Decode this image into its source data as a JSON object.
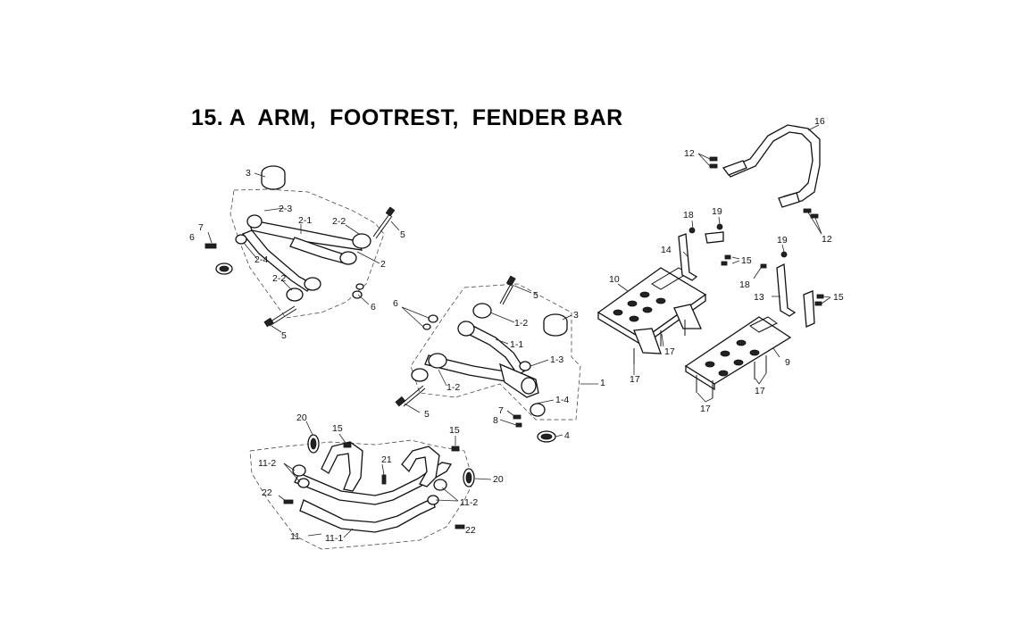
{
  "title": "15. A  ARM,  FOOTREST,  FENDER BAR",
  "labels": {
    "l1": "1",
    "l1_1": "1-1",
    "l1_2a": "1-2",
    "l1_2b": "1-2",
    "l1_3": "1-3",
    "l1_4": "1-4",
    "l2": "2",
    "l2_1": "2-1",
    "l2_2a": "2-2",
    "l2_2b": "2-2",
    "l2_3": "2-3",
    "l2_4": "2-4",
    "l3a": "3",
    "l3b": "3",
    "l4a": "4",
    "l5a": "5",
    "l5b": "5",
    "l5c": "5",
    "l5d": "5",
    "l6a": "6",
    "l6b": "6",
    "l6c": "6",
    "l7a": "7",
    "l7b": "7",
    "l8": "8",
    "l9": "9",
    "l10": "10",
    "l11": "11",
    "l11_1": "11-1",
    "l11_2a": "11-2",
    "l11_2b": "11-2",
    "l12a": "12",
    "l12b": "12",
    "l13": "13",
    "l14": "14",
    "l15a": "15",
    "l15b": "15",
    "l15c": "15",
    "l15d": "15",
    "l16": "16",
    "l17a": "17",
    "l17b": "17",
    "l17c": "17",
    "l17d": "17",
    "l18a": "18",
    "l18b": "18",
    "l19a": "19",
    "l19b": "19",
    "l20a": "20",
    "l20b": "20",
    "l21": "21",
    "l22a": "22",
    "l22b": "22"
  }
}
